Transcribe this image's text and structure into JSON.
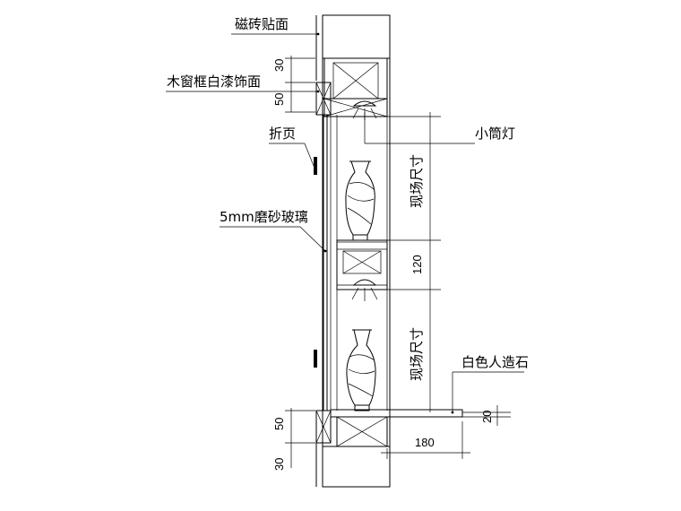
{
  "labels": {
    "tile_facing": "磁砖贴面",
    "wood_frame": "木窗框白漆饰面",
    "hinge": "折页",
    "spotlight": "小筒灯",
    "frosted_glass": "5mm磨砂玻璃",
    "white_stone": "白色人造石"
  },
  "dimensions": {
    "top_30": "30",
    "top_50": "50",
    "upper_site": "现场尺寸",
    "mid_120": "120",
    "lower_site": "现场尺寸",
    "shelf_20": "20",
    "bottom_50": "50",
    "bottom_30": "30",
    "depth_180": "180"
  }
}
